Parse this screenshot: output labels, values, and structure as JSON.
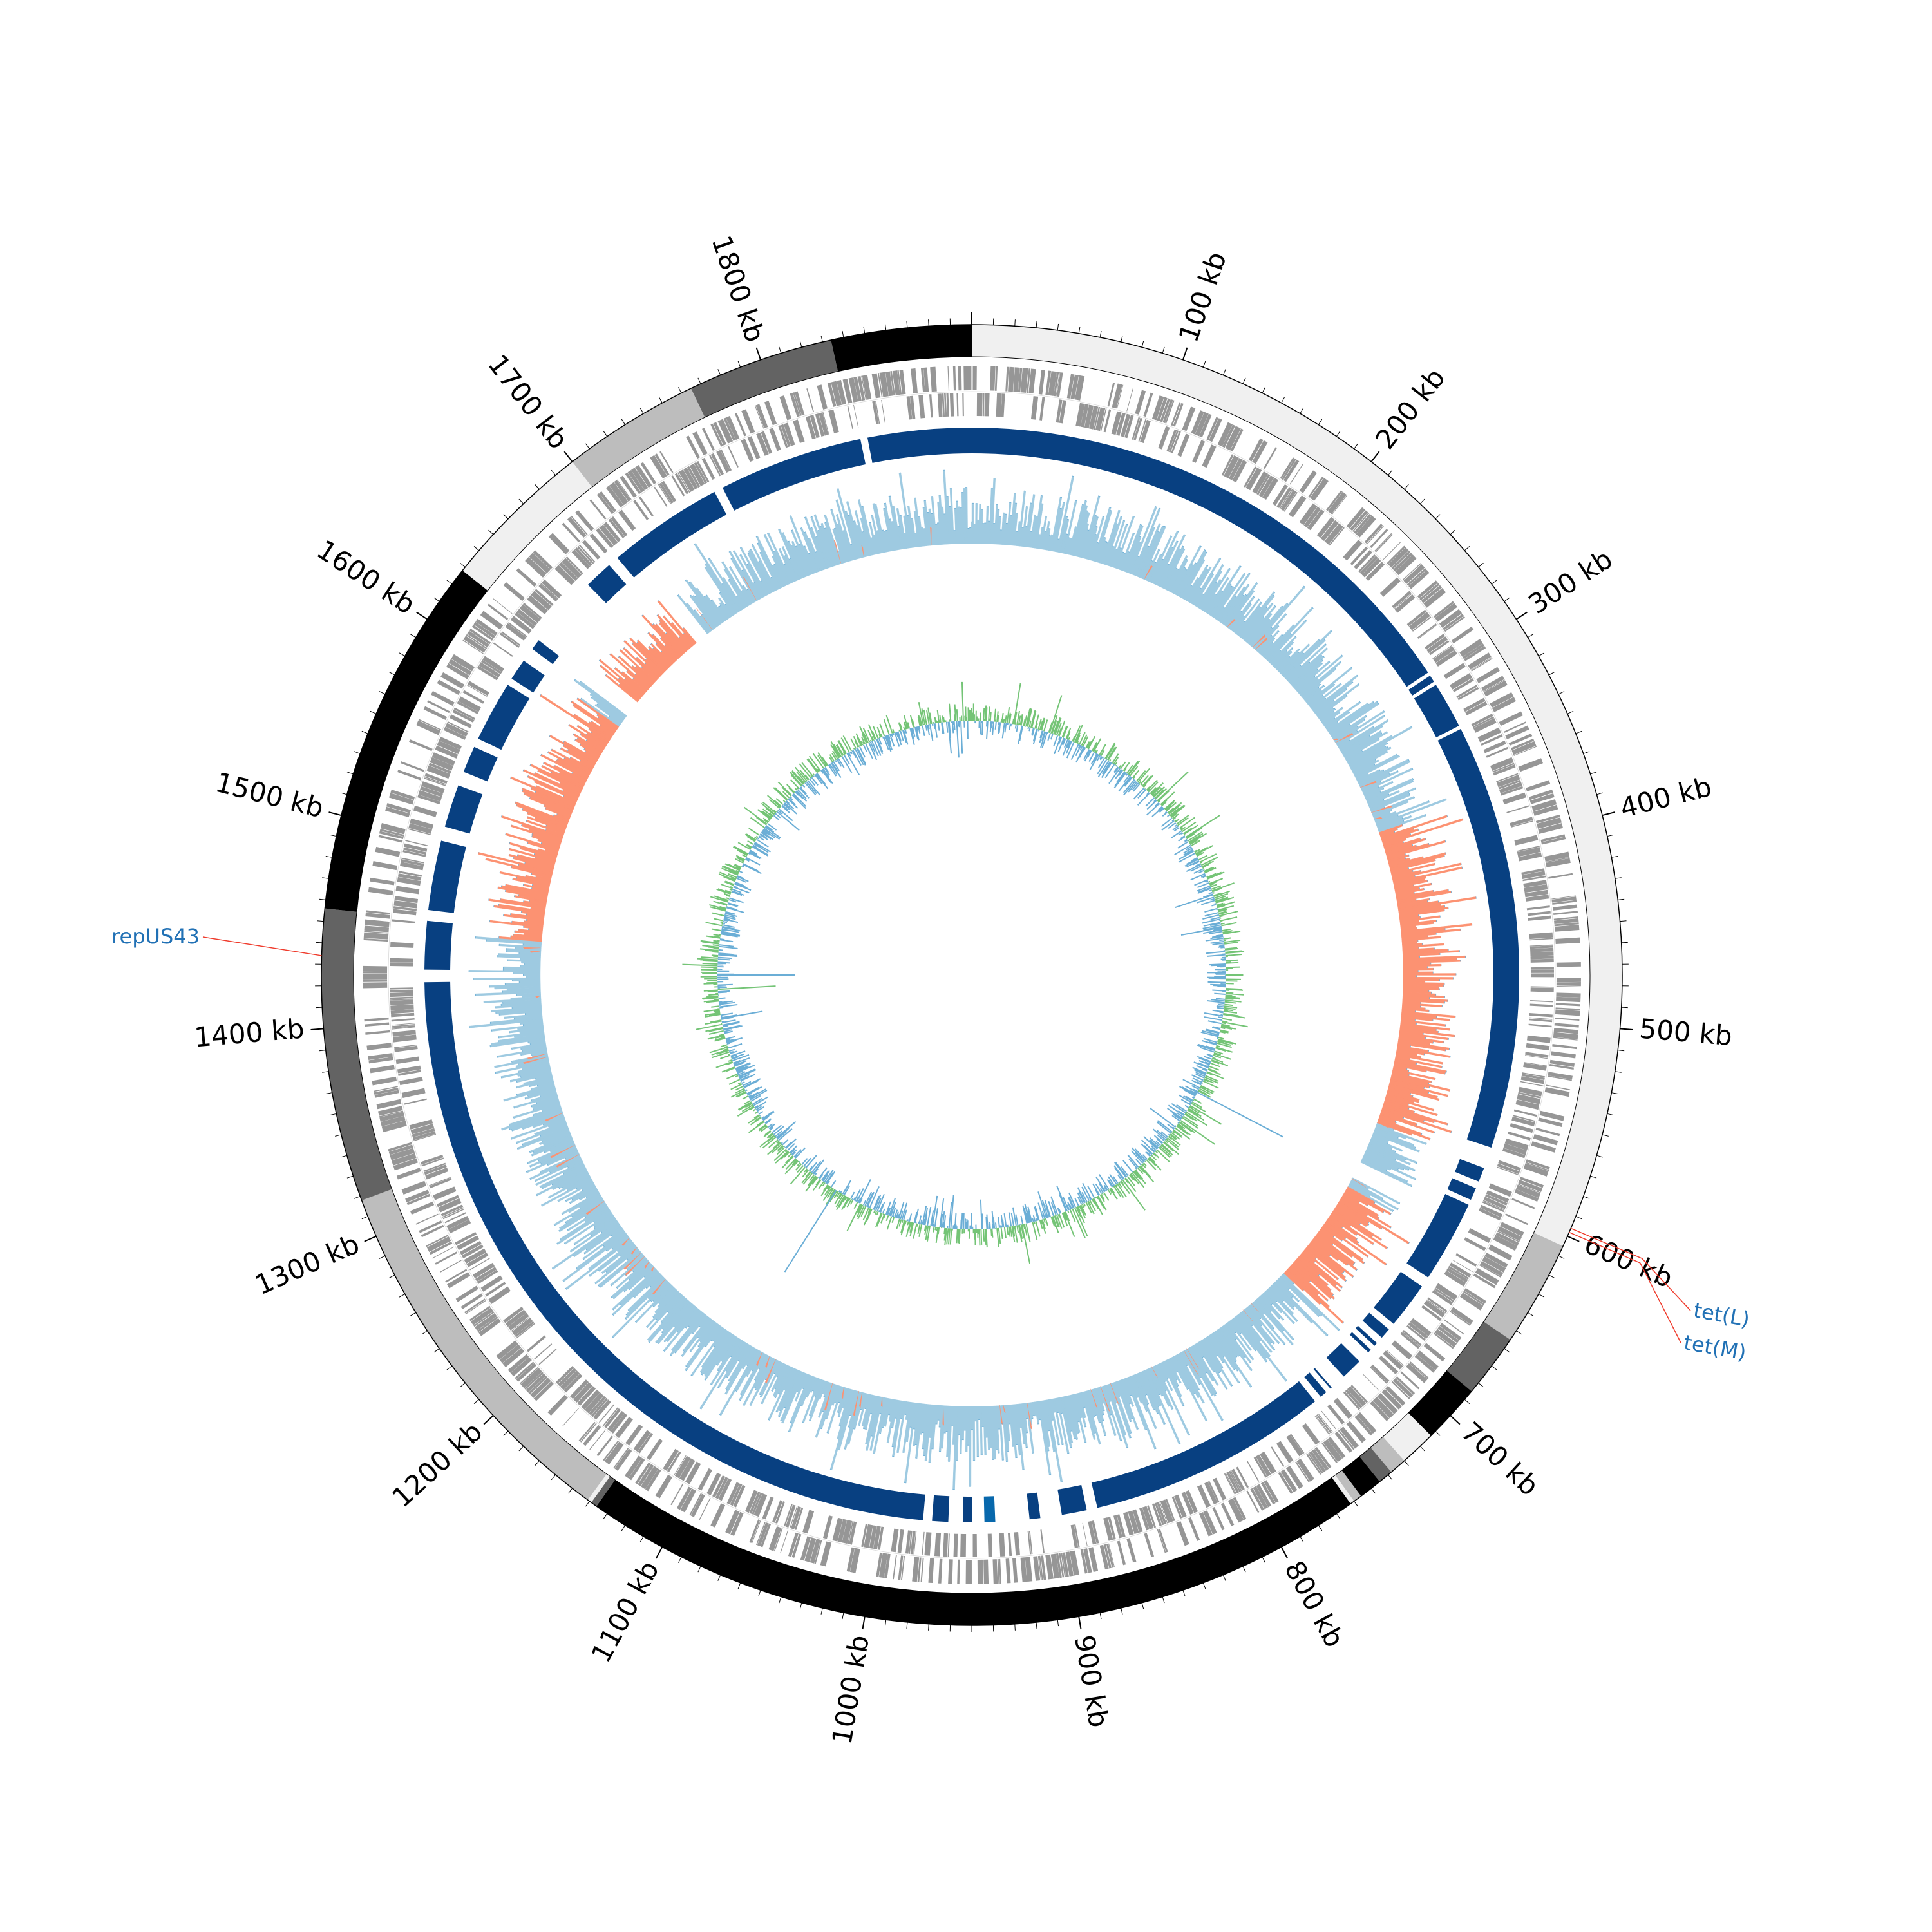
{
  "genome": {
    "length_kb": 1900,
    "scale_labels": [
      "100 kb",
      "200 kb",
      "300 kb",
      "400 kb",
      "500 kb",
      "600 kb",
      "700 kb",
      "800 kb",
      "900 kb",
      "1000 kb",
      "1100 kb",
      "1200 kb",
      "1300 kb",
      "1400 kb",
      "1500 kb",
      "1600 kb",
      "1700 kb",
      "1800 kb"
    ]
  },
  "contigs": [
    {
      "start": 0,
      "end": 605,
      "color": "#f0f0f0"
    },
    {
      "start": 605,
      "end": 655,
      "color": "#bdbdbd"
    },
    {
      "start": 655,
      "end": 685,
      "color": "#636363"
    },
    {
      "start": 685,
      "end": 713,
      "color": "#000000"
    },
    {
      "start": 713,
      "end": 730,
      "color": "#f0f0f0"
    },
    {
      "start": 730,
      "end": 738,
      "color": "#bdbdbd"
    },
    {
      "start": 738,
      "end": 745,
      "color": "#636363"
    },
    {
      "start": 745,
      "end": 756,
      "color": "#000000"
    },
    {
      "start": 756,
      "end": 760,
      "color": "#bdbdbd"
    },
    {
      "start": 760,
      "end": 762,
      "color": "#f0f0f0"
    },
    {
      "start": 762,
      "end": 1136,
      "color": "#000000"
    },
    {
      "start": 1136,
      "end": 1139,
      "color": "#636363"
    },
    {
      "start": 1139,
      "end": 1141,
      "color": "#f0f0f0"
    },
    {
      "start": 1141,
      "end": 1318,
      "color": "#bdbdbd"
    },
    {
      "start": 1318,
      "end": 1456,
      "color": "#636363"
    },
    {
      "start": 1456,
      "end": 1628,
      "color": "#000000"
    },
    {
      "start": 1628,
      "end": 1700,
      "color": "#f0f0f0"
    },
    {
      "start": 1700,
      "end": 1765,
      "color": "#bdbdbd"
    },
    {
      "start": 1765,
      "end": 1834,
      "color": "#636363"
    },
    {
      "start": 1834,
      "end": 1900,
      "color": "#000000"
    }
  ],
  "blast_ring": [
    {
      "start": 0,
      "end": 298,
      "color": "#084081"
    },
    {
      "start": 300,
      "end": 304,
      "color": "#084081"
    },
    {
      "start": 306,
      "end": 332,
      "color": "#084081"
    },
    {
      "start": 334,
      "end": 572,
      "color": "#084081"
    },
    {
      "start": 584,
      "end": 592,
      "color": "#084081"
    },
    {
      "start": 596,
      "end": 603,
      "color": "#084081"
    },
    {
      "start": 606,
      "end": 652,
      "color": "#084081"
    },
    {
      "start": 658,
      "end": 684,
      "color": "#084081"
    },
    {
      "start": 688,
      "end": 694,
      "color": "#084081"
    },
    {
      "start": 698,
      "end": 700,
      "color": "#084081"
    },
    {
      "start": 703,
      "end": 705,
      "color": "#084081"
    },
    {
      "start": 712,
      "end": 724,
      "color": "#084081"
    },
    {
      "start": 733,
      "end": 734,
      "color": "#084081"
    },
    {
      "start": 737,
      "end": 741,
      "color": "#084081"
    },
    {
      "start": 745,
      "end": 880,
      "color": "#084081"
    },
    {
      "start": 886,
      "end": 900,
      "color": "#084081"
    },
    {
      "start": 912,
      "end": 918,
      "color": "#084081"
    },
    {
      "start": 937,
      "end": 943,
      "color": "#0868ac"
    },
    {
      "start": 950,
      "end": 955,
      "color": "#084081"
    },
    {
      "start": 963,
      "end": 972,
      "color": "#084081"
    },
    {
      "start": 977,
      "end": 1421,
      "color": "#084081"
    },
    {
      "start": 1428,
      "end": 1455,
      "color": "#084081"
    },
    {
      "start": 1461,
      "end": 1500,
      "color": "#084081"
    },
    {
      "start": 1508,
      "end": 1532,
      "color": "#084081"
    },
    {
      "start": 1540,
      "end": 1555,
      "color": "#084081"
    },
    {
      "start": 1560,
      "end": 1594,
      "color": "#084081"
    },
    {
      "start": 1598,
      "end": 1610,
      "color": "#084081"
    },
    {
      "start": 1618,
      "end": 1624,
      "color": "#084081"
    },
    {
      "start": 1665,
      "end": 1681,
      "color": "#084081"
    },
    {
      "start": 1687,
      "end": 1752,
      "color": "#084081"
    },
    {
      "start": 1757,
      "end": 1838,
      "color": "#084081"
    },
    {
      "start": 1842,
      "end": 1900,
      "color": "#084081"
    }
  ],
  "annotations": [
    {
      "label": "tet(L)",
      "position_kb": 596.0,
      "color": "#2171b5",
      "line_color": "#ef3b2c"
    },
    {
      "label": "tet(M)",
      "position_kb": 598.0,
      "color": "#2171b5",
      "line_color": "#ef3b2c"
    },
    {
      "label": "repUS43",
      "position_kb": 1434.0,
      "color": "#2171b5",
      "line_color": "#ef3b2c"
    }
  ],
  "colors": {
    "gc_skew_positive": "#9ecae1",
    "gc_skew_negative": "#fc9272",
    "gc_skew_line": "#6baed6",
    "gc_content_above": "#74c476",
    "gc_content_below": "#6baed6",
    "cds": "#969696",
    "ring_border": "#000000"
  }
}
